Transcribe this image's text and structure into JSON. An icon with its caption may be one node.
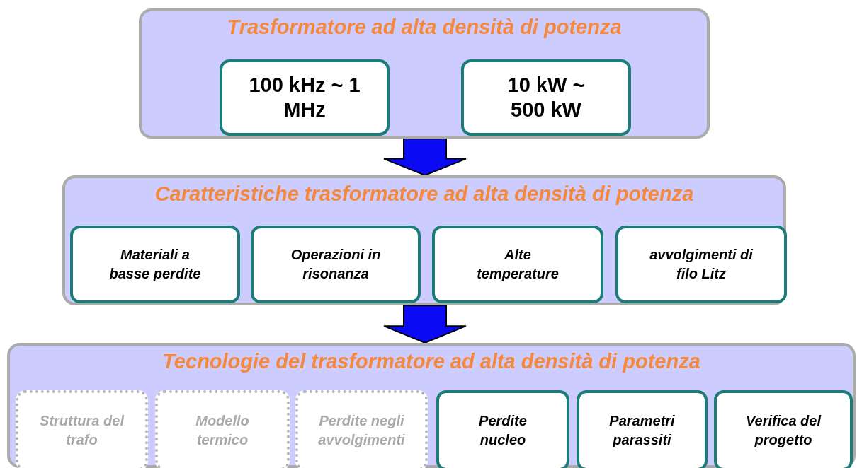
{
  "diagram": {
    "nodes": [
      {
        "text": [
          "Trasformatore ad alta densità di potenza"
        ]
      },
      {
        "text": [
          "100 kHz ~ 1 MHz"
        ],
        "in": 0
      },
      {
        "text": [
          "10 kW ~ 500 kW"
        ],
        "in": 0
      },
      {
        "text": [
          "Caratteristiche trasformatore ad alta densità di potenza"
        ]
      },
      {
        "text": [
          "Materiali a basse perdite"
        ],
        "in": 3
      },
      {
        "text": [
          "Operazioni in risonanza"
        ],
        "in": 3
      },
      {
        "text": [
          "Alte temperature"
        ],
        "in": 3
      },
      {
        "text": [
          "avvolgimenti di filo Litz"
        ],
        "in": 3
      },
      {
        "text": [
          "Tecnologie del trasformatore ad alta densità di potenza"
        ]
      },
      {
        "text": [
          "Struttura del trafo"
        ],
        "in": 8
      },
      {
        "text": [
          "Modello termico"
        ],
        "in": 8
      },
      {
        "text": [
          "Perdite negli avvolgimenti"
        ],
        "in": 8
      },
      {
        "text": [
          "Perdite nucleo"
        ],
        "in": 8
      },
      {
        "text": [
          "Parametri parassiti"
        ],
        "in": 8
      },
      {
        "text": [
          "Verifica del progetto"
        ],
        "in": 8
      }
    ],
    "edges": [
      {
        "from": 0,
        "to": 3,
        "arrow": "to",
        "style": "thick"
      },
      {
        "from": 3,
        "to": 8,
        "arrow": "to",
        "style": "thick"
      }
    ]
  }
}
